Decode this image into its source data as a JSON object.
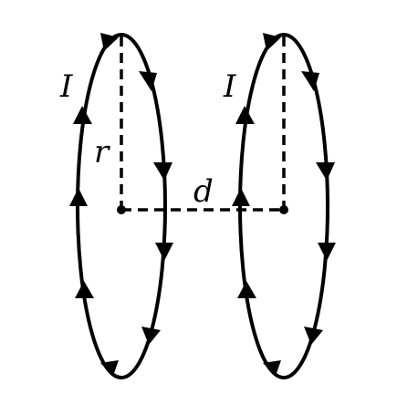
{
  "diagram": {
    "labels": {
      "current_left": "I",
      "current_right": "I",
      "radius": "r",
      "separation": "d"
    },
    "colors": {
      "stroke": "#000000",
      "background": "#ffffff"
    }
  }
}
